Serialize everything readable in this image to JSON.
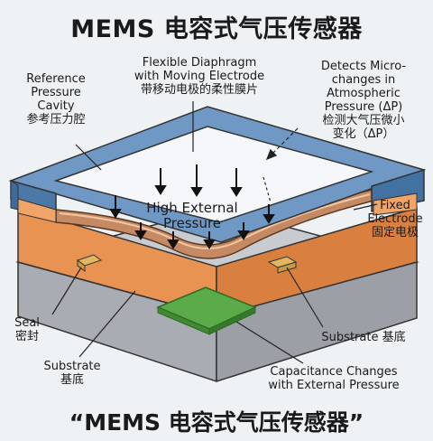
{
  "title": "MEMS 电容式气压传感器",
  "bottom_title": "“MEMS 电容式气压传感器”",
  "labels": {
    "reference_cavity": [
      "Reference",
      "Pressure",
      "Cavity",
      "参考压力腔"
    ],
    "diaphragm": [
      "Flexible Diaphragm",
      "with Moving Electrode",
      "带移动电极的柔性膜片"
    ],
    "detects": [
      "Detects Micro-",
      "changes in",
      "Atmospheric",
      "Pressure (ΔP)",
      "检测大气压微小",
      "变化（ΔP）"
    ],
    "external_pressure": [
      "High External",
      "Pressure"
    ],
    "fixed_electrode": [
      "Fixed",
      "Electrode",
      "固定电极"
    ],
    "seal": [
      "Seal",
      "密封"
    ],
    "substrate_right": [
      "Substrate 基底"
    ],
    "substrate_left": [
      "Substrate",
      "基底"
    ],
    "capacitance": [
      "Capacitance Changes",
      "with External Pressure"
    ]
  },
  "colors": {
    "frame_blue": "#5b88b8",
    "frame_blue_dark": "#3f6a9c",
    "orange_layer": "#e89352",
    "orange_dark": "#c9703a",
    "substrate_gray": "#b8bcc2",
    "substrate_dark": "#8e9399",
    "diaphragm_copper": "#c58a63",
    "electrode_green": "#5bab4a",
    "seal_gold": "#e3b760"
  }
}
